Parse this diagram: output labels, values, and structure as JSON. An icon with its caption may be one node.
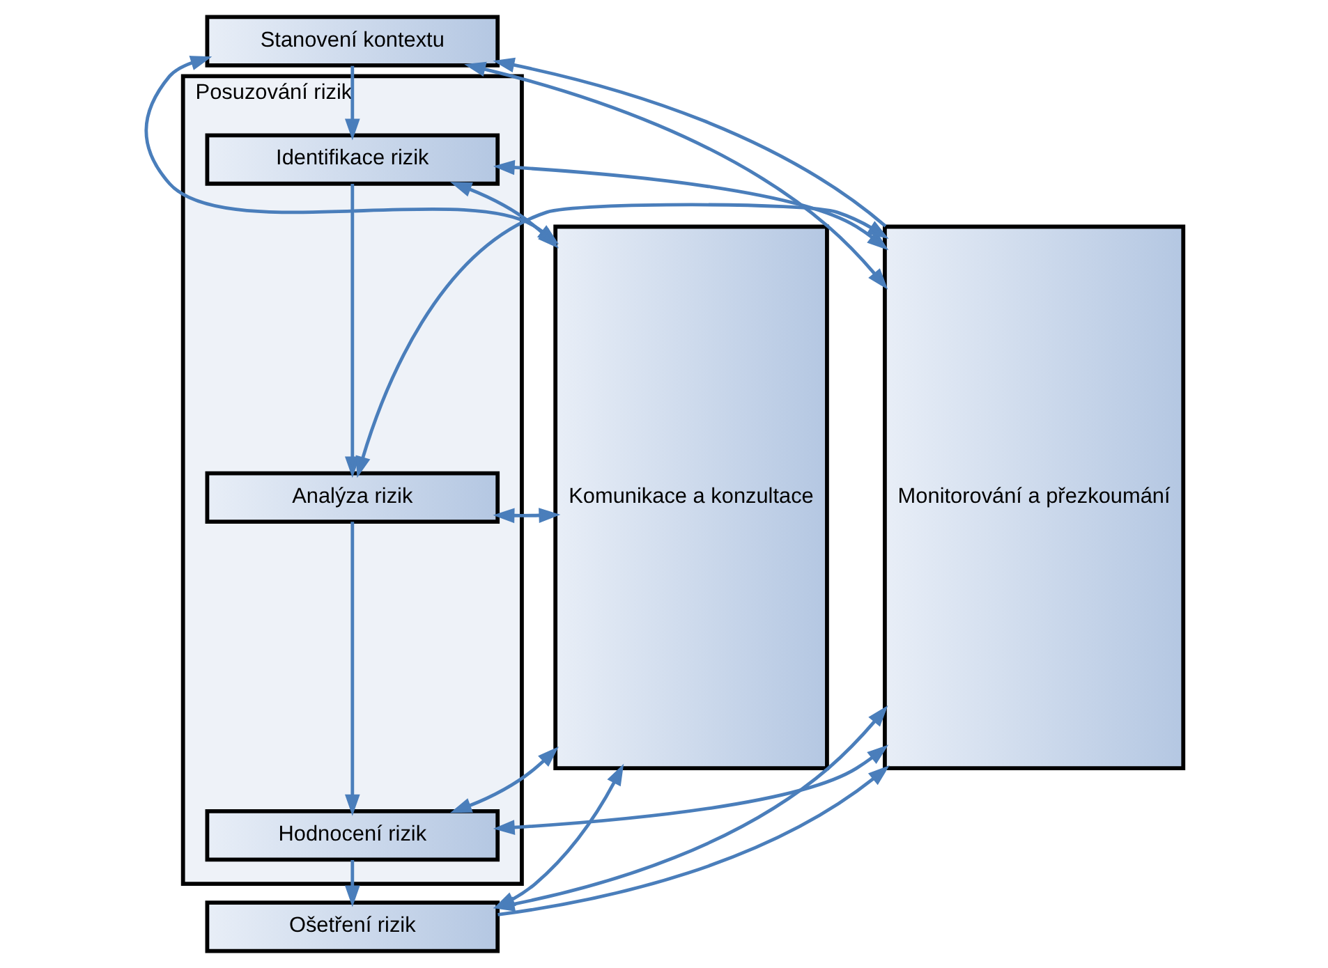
{
  "diagram": {
    "nodes": [
      {
        "text": [
          "Komunikace a konzultace"
        ]
      },
      {
        "text": [
          "Stanovení kontextu"
        ]
      },
      {
        "text": [
          "Posuzování rizik"
        ]
      },
      {
        "text": [
          "Identifikace rizik"
        ],
        "in": 2
      },
      {
        "text": [
          "Analýza rizik"
        ],
        "in": 2
      },
      {
        "text": [
          "Hodnocení rizik"
        ],
        "in": 2
      },
      {
        "text": [
          "Ošetření rizik"
        ]
      },
      {
        "text": [
          "Monitorování a přezkoumání"
        ]
      }
    ],
    "edges": [
      {
        "from": 0,
        "to": 1,
        "arrow": "both"
      },
      {
        "from": 1,
        "to": 7,
        "arrow": "both"
      },
      {
        "from": 0,
        "to": 3,
        "arrow": "both"
      },
      {
        "from": 3,
        "to": 7,
        "arrow": "both"
      },
      {
        "from": 0,
        "to": 4,
        "arrow": "both"
      },
      {
        "from": 4,
        "to": 7,
        "arrow": "both"
      },
      {
        "from": 0,
        "to": 5,
        "arrow": "both"
      },
      {
        "from": 5,
        "to": 7,
        "arrow": "both"
      },
      {
        "from": 0,
        "to": 6,
        "arrow": "both"
      },
      {
        "from": 6,
        "to": 7,
        "arrow": "both"
      },
      {
        "from": 1,
        "to": 3,
        "arrow": "to"
      },
      {
        "from": 3,
        "to": 4,
        "arrow": "to"
      },
      {
        "from": 4,
        "to": 5,
        "arrow": "to"
      },
      {
        "from": 5,
        "to": 6,
        "arrow": "to"
      },
      {
        "from": 7,
        "to": 1,
        "arrow": "to"
      },
      {
        "from": 6,
        "to": 7,
        "arrow": "to"
      }
    ]
  }
}
